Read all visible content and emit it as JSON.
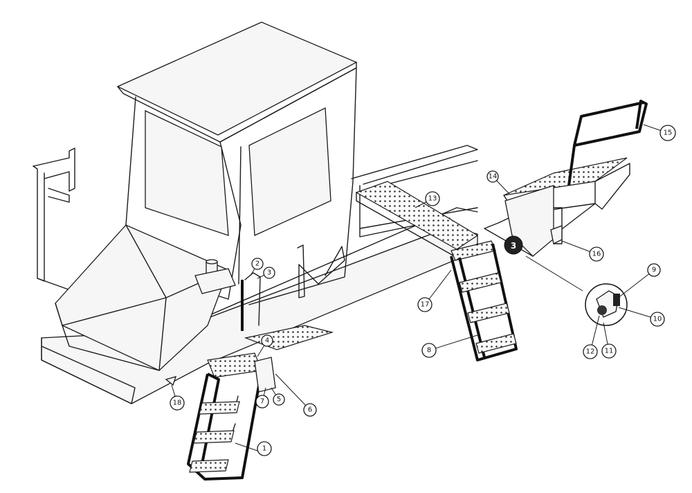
{
  "callouts": [
    {
      "label": "1"
    },
    {
      "label": "2"
    },
    {
      "label": "3"
    },
    {
      "label": "4"
    },
    {
      "label": "5"
    },
    {
      "label": "6"
    },
    {
      "label": "7"
    },
    {
      "label": "8"
    },
    {
      "label": "9"
    },
    {
      "label": "10"
    },
    {
      "label": "11"
    },
    {
      "label": "12"
    },
    {
      "label": "13"
    },
    {
      "label": "14"
    },
    {
      "label": "15"
    },
    {
      "label": "16"
    },
    {
      "label": "17"
    },
    {
      "label": "18"
    }
  ],
  "detail_marker": "3"
}
